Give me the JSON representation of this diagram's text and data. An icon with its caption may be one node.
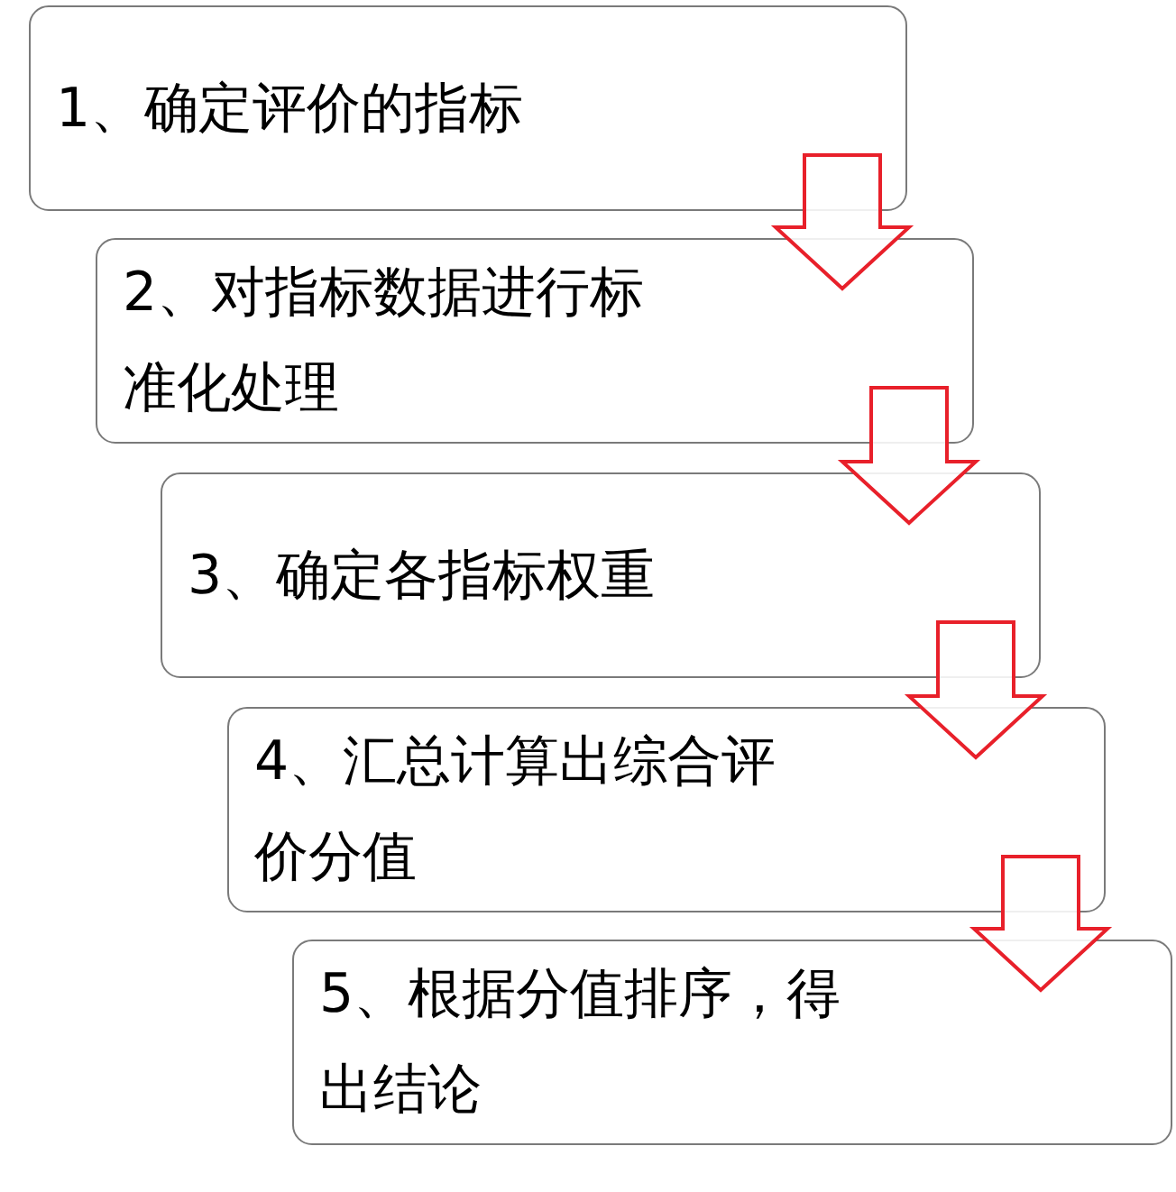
{
  "diagram": {
    "nodes": [
      {
        "text": [
          "1、确定评价的指标"
        ]
      },
      {
        "text": [
          "2、对指标数据进行标准化处理"
        ]
      },
      {
        "text": [
          "3、确定各指标权重"
        ]
      },
      {
        "text": [
          "4、汇总计算出综合评价分值"
        ]
      },
      {
        "text": [
          "5、根据分值排序，得出结论"
        ]
      }
    ],
    "edges": [
      {
        "from": 0,
        "to": 1,
        "arrow": "to"
      },
      {
        "from": 1,
        "to": 2,
        "arrow": "to"
      },
      {
        "from": 2,
        "to": 3,
        "arrow": "to"
      },
      {
        "from": 3,
        "to": 4,
        "arrow": "to"
      }
    ]
  }
}
